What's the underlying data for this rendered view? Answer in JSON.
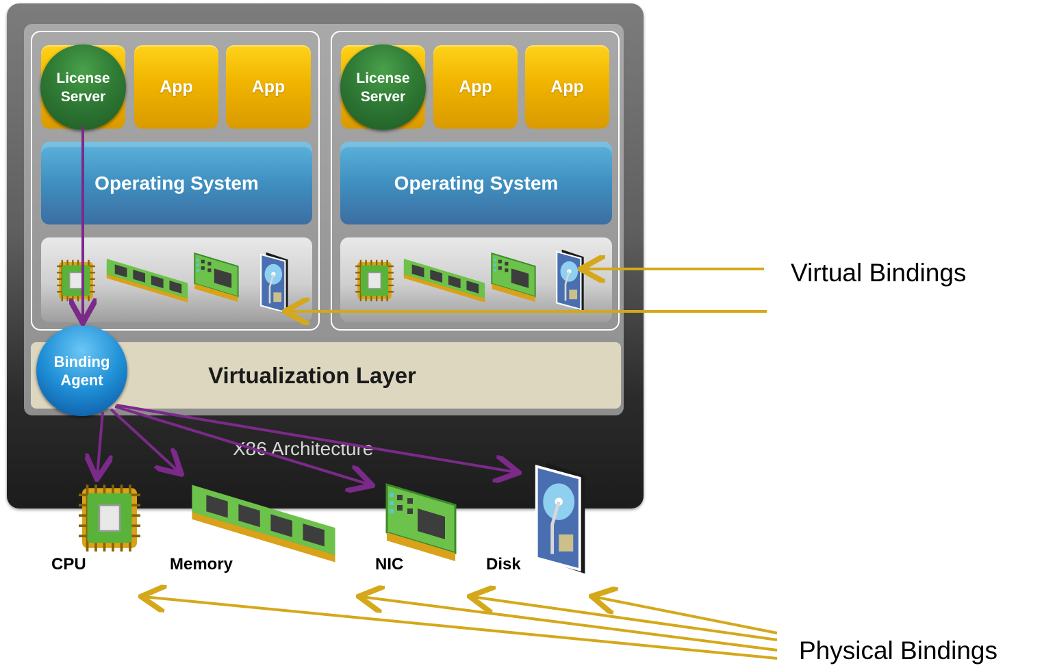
{
  "vms": [
    {
      "license_server": "License\nServer",
      "apps": [
        "App",
        "App"
      ],
      "os": "Operating System"
    },
    {
      "license_server": "License\nServer",
      "apps": [
        "App",
        "App"
      ],
      "os": "Operating System"
    }
  ],
  "virtualization_layer": "Virtualization Layer",
  "binding_agent": "Binding\nAgent",
  "architecture": "X86 Architecture",
  "hardware_labels": {
    "cpu": "CPU",
    "memory": "Memory",
    "nic": "NIC",
    "disk": "Disk"
  },
  "annotations": {
    "virtual": "Virtual Bindings",
    "physical": "Physical Bindings"
  },
  "colors": {
    "arrow_gold": "#d4a81a",
    "arrow_purple": "#7b2a8a",
    "app_gold": "#f0b400",
    "os_blue": "#3f8fc0"
  },
  "icons": [
    "cpu-chip-icon",
    "memory-module-icon",
    "nic-card-icon",
    "disk-drive-icon"
  ]
}
